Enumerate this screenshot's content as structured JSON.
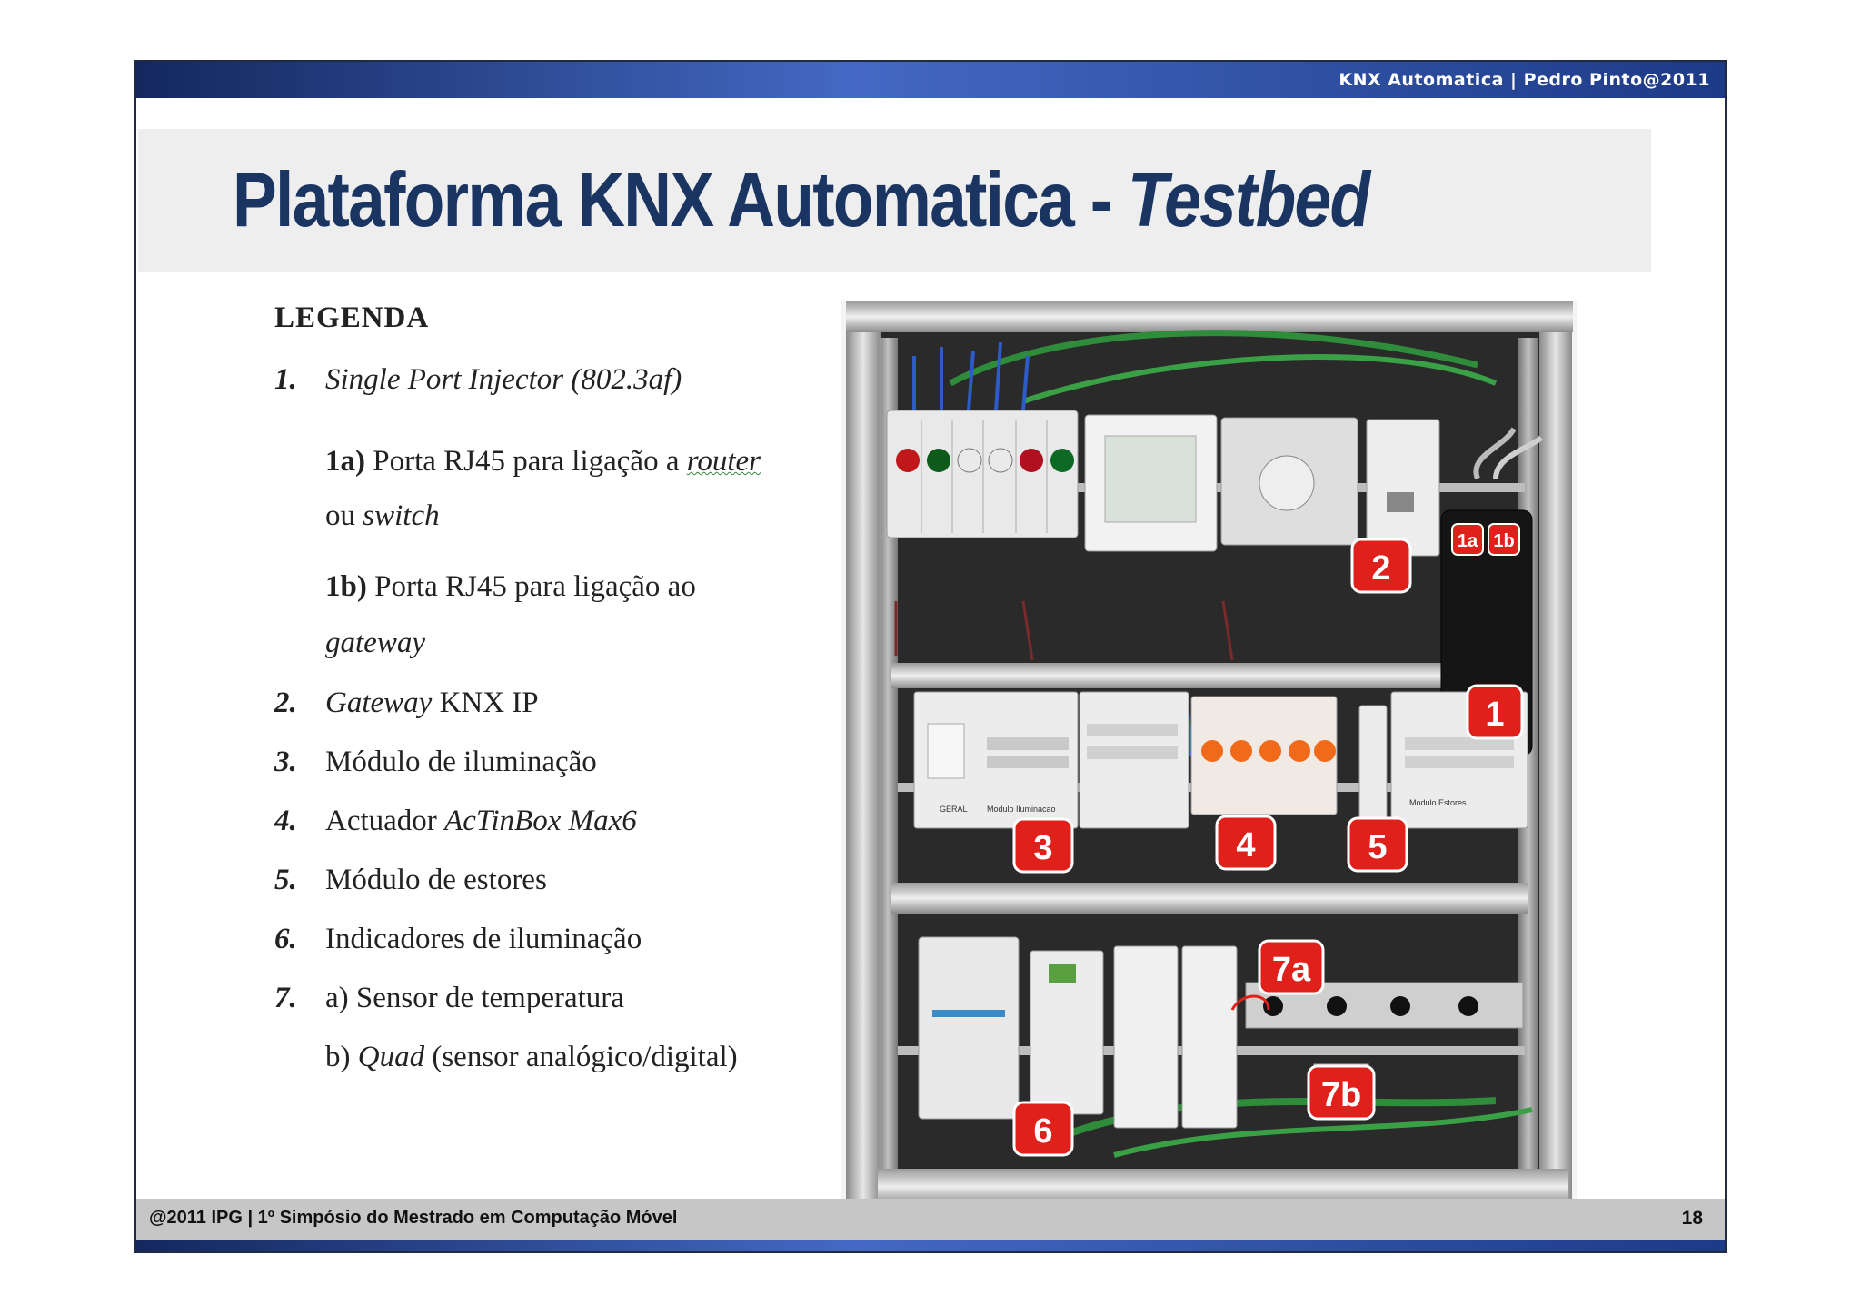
{
  "header": {
    "text": "KNX Automatica | Pedro Pinto@2011"
  },
  "title": {
    "main": "Plataforma KNX Automatica - ",
    "emphasis": "Testbed"
  },
  "legend": {
    "heading": "LEGENDA",
    "item1": {
      "num": "1.",
      "text": "Single Port Injector (802.3af)"
    },
    "item1a": {
      "label": "1a)",
      "text": " Porta RJ45 para ligação a ",
      "em": "router",
      "line2_pre": "ou ",
      "line2_em": "switch"
    },
    "item1b": {
      "label": "1b)",
      "text": " Porta RJ45 para ligação ao",
      "line2_em": "gateway"
    },
    "item2": {
      "num": "2.",
      "em": "Gateway",
      "text": " KNX IP"
    },
    "item3": {
      "num": "3.",
      "text": "Módulo de iluminação"
    },
    "item4": {
      "num": "4.",
      "text": "Actuador ",
      "em": "AcTinBox Max6"
    },
    "item5": {
      "num": "5.",
      "text": "Módulo de estores"
    },
    "item6": {
      "num": "6.",
      "text": "Indicadores de iluminação"
    },
    "item7": {
      "num": "7.",
      "text": "a) Sensor de temperatura"
    },
    "item7b": {
      "pre": "b) ",
      "em": "Quad",
      "text": " (sensor analógico/digital)"
    }
  },
  "photo": {
    "badges": [
      "1",
      "1a",
      "1b",
      "2",
      "3",
      "4",
      "5",
      "6",
      "7a",
      "7b"
    ],
    "device_labels": [
      "GERAL",
      "Modulo Iluminacao",
      "Modulo Estores"
    ]
  },
  "footer": {
    "text": "@2011 IPG | 1º Simpósio do Mestrado em Computação Móvel",
    "page": "18"
  },
  "colors": {
    "title": "#1b3563",
    "badge": "#e0201b",
    "bar": "#2a4c9e"
  }
}
